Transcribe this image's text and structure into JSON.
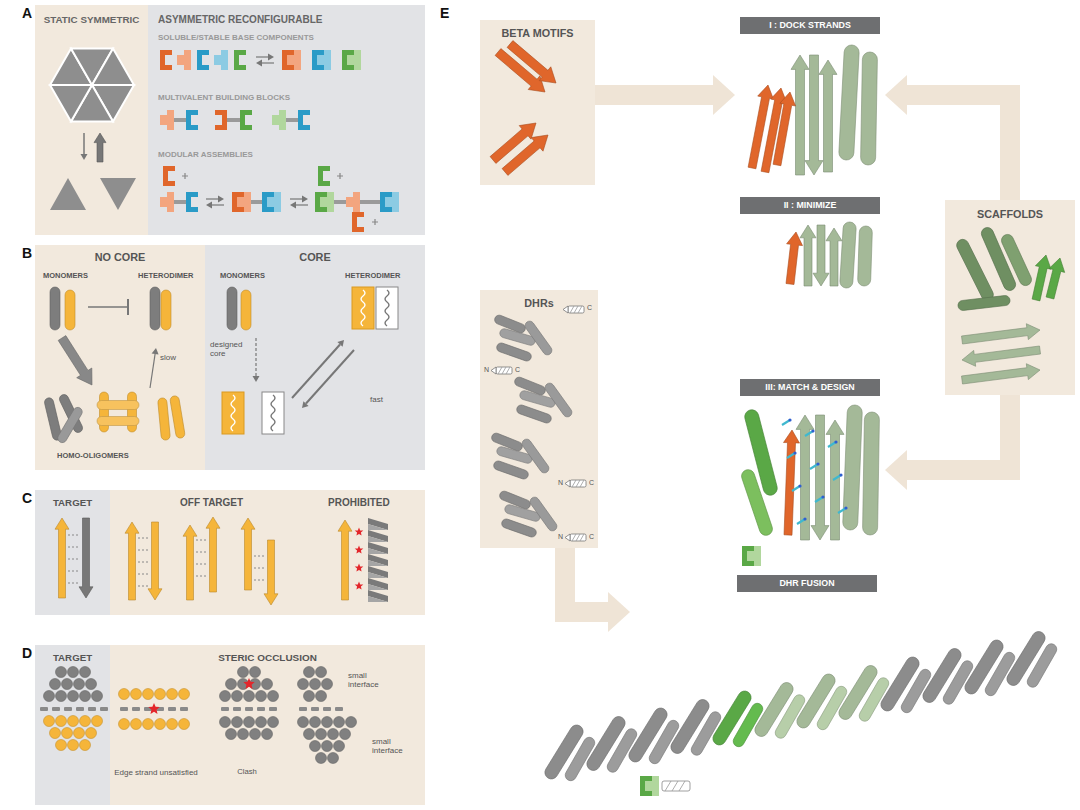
{
  "diagram": {
    "nodes": [
      {
        "text": [
          "STATIC SYMMETRIC"
        ]
      },
      {
        "text": [
          "ASYMMETRIC RECONFIGURABLE",
          "SOLUBLE/STABLE BASE COMPONENTS",
          "MULTIVALENT BUILDING BLOCKS",
          "MODULAR ASSEMBLIES"
        ]
      },
      {
        "text": [
          "NO CORE",
          "MONOMERS",
          "HETERODIMER",
          "slow",
          "HOMO-OLIGOMERS"
        ]
      },
      {
        "text": [
          "CORE",
          "MONOMERS",
          "HETERODIMER",
          "designed core",
          "fast"
        ]
      },
      {
        "text": [
          "TARGET"
        ]
      },
      {
        "text": [
          "OFF TARGET",
          "PROHIBITED"
        ]
      },
      {
        "text": [
          "TARGET"
        ]
      },
      {
        "text": [
          "STERIC OCCLUSION",
          "Edge strand unsatisfied",
          "Clash",
          "small interface",
          "small interface"
        ]
      },
      {
        "text": [
          "BETA MOTIFS"
        ]
      },
      {
        "text": [
          "I : DOCK STRANDS"
        ]
      },
      {
        "text": [
          "II : MINIMIZE"
        ]
      },
      {
        "text": [
          "SCAFFOLDS"
        ]
      },
      {
        "text": [
          "III: MATCH & DESIGN"
        ]
      },
      {
        "text": [
          "DHRs"
        ]
      },
      {
        "text": [
          "DHR FUSION"
        ]
      }
    ],
    "edges": [
      {
        "from": 8,
        "to": 9,
        "arrow": "to"
      },
      {
        "from": 11,
        "to": 9,
        "arrow": "to"
      },
      {
        "from": 11,
        "to": 12,
        "arrow": "to"
      },
      {
        "from": 13,
        "to": 14,
        "arrow": "to"
      }
    ],
    "labels": [
      "A",
      "B",
      "C",
      "D",
      "E",
      "C",
      "N",
      "C",
      "N",
      "C",
      "N",
      "C"
    ]
  }
}
